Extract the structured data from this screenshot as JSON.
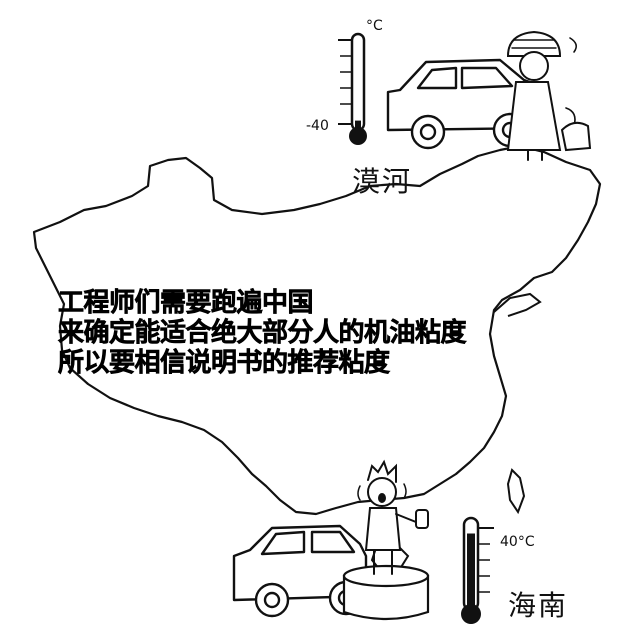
{
  "caption": {
    "line1": "工程师们需要跑遍中国",
    "line2": "来确定能适合绝大部分人的机油粘度",
    "line3": "所以要相信说明书的推荐粘度"
  },
  "north": {
    "place": "漠河",
    "unit": "°C",
    "reading": "-40",
    "thermometer_fill": 0.1
  },
  "south": {
    "place": "海南",
    "reading": "40°C",
    "thermometer_fill": 0.85
  },
  "colors": {
    "ink": "#111111",
    "paper": "#ffffff"
  },
  "icons": [
    "china-map-outline-icon",
    "thermometer-icon",
    "car-icon",
    "cold-person-icon",
    "hot-person-icon",
    "water-tub-icon"
  ]
}
